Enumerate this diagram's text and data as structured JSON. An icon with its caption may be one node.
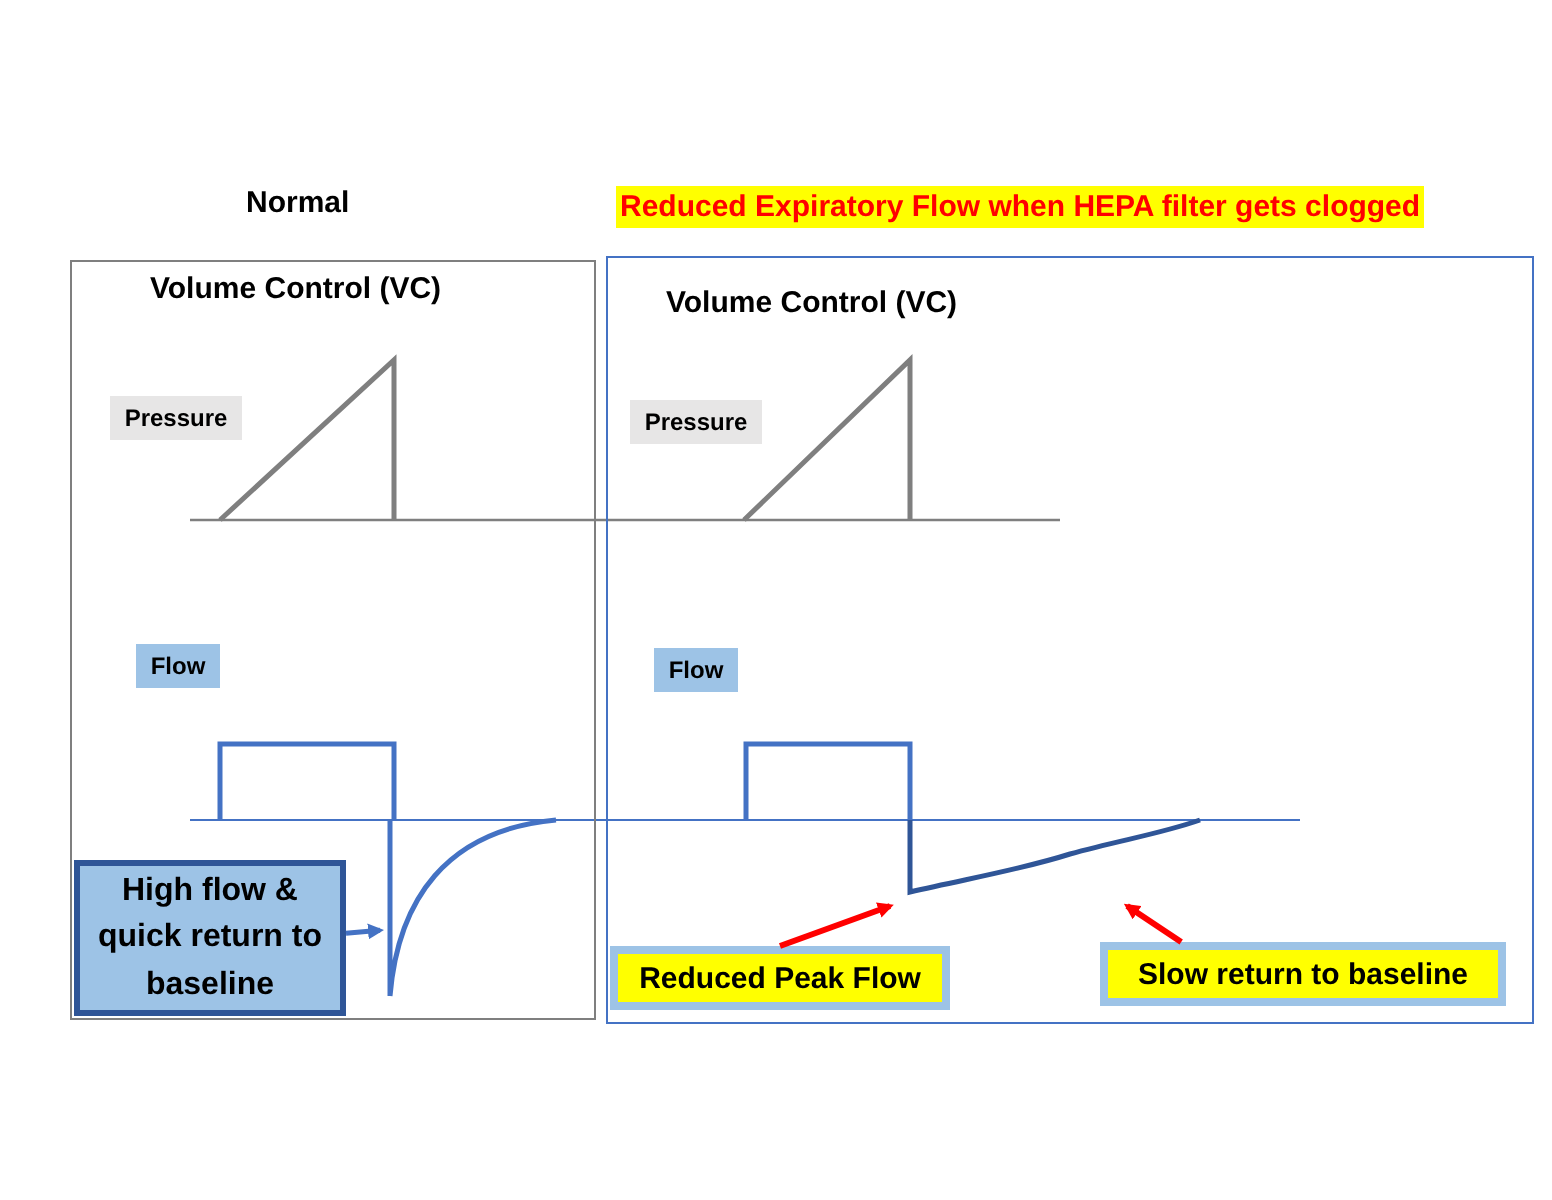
{
  "diagram": {
    "nodes": [
      {
        "text": [
          "Normal",
          "Volume Control (VC)"
        ]
      },
      {
        "text": [
          "Pressure"
        ],
        "in": 0
      },
      {
        "text": [
          "Flow"
        ],
        "in": 0
      },
      {
        "text": [
          "High flow & quick return to baseline"
        ],
        "in": 0
      },
      {
        "text": [],
        "shape": "picture",
        "in": 0
      },
      {
        "text": [
          "Reduced Expiratory Flow when HEPA filter gets clogged",
          "Volume Control (VC)"
        ]
      },
      {
        "text": [
          "Pressure"
        ],
        "in": 5
      },
      {
        "text": [
          "Flow"
        ],
        "in": 5
      },
      {
        "text": [
          "Reduced Peak Flow"
        ],
        "in": 5
      },
      {
        "text": [
          "Slow return to baseline"
        ],
        "in": 5
      },
      {
        "text": [],
        "shape": "picture",
        "in": 5
      }
    ],
    "edges": [
      {
        "from": 3,
        "to": 4,
        "arrow": "to",
        "color": "#4472c4"
      },
      {
        "from": 8,
        "to": 10,
        "arrow": "to",
        "color": "#ff0000"
      },
      {
        "from": 9,
        "to": 10,
        "arrow": "to",
        "color": "#ff0000"
      }
    ]
  }
}
